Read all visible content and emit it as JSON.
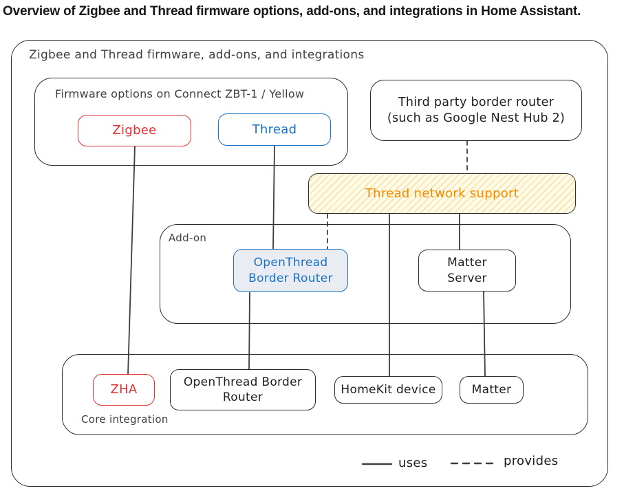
{
  "title": "Overview of Zigbee and Thread firmware options, add-ons, and integrations in Home Assistant.",
  "diagram": {
    "label": "Zigbee and Thread firmware, add-ons, and integrations",
    "firmware_group": {
      "label": "Firmware options on Connect ZBT-1 / Yellow",
      "zigbee": "Zigbee",
      "thread": "Thread"
    },
    "third_party": {
      "line1": "Third party border router",
      "line2": "(such as Google Nest Hub 2)"
    },
    "thread_network_support": "Thread network support",
    "addon_group": {
      "label": "Add-on",
      "otbr": {
        "line1": "OpenThread",
        "line2": "Border Router"
      },
      "matter_server": {
        "line1": "Matter",
        "line2": "Server"
      }
    },
    "core_group": {
      "label": "Core integration",
      "zha": "ZHA",
      "otbr": {
        "line1": "OpenThread Border",
        "line2": "Router"
      },
      "homekit": "HomeKit device",
      "matter": "Matter"
    },
    "legend": {
      "uses": "uses",
      "provides": "provides"
    },
    "edges": [
      {
        "from": "ZHA (core integration)",
        "to": "Zigbee firmware",
        "type": "uses"
      },
      {
        "from": "OpenThread Border Router (add-on)",
        "to": "Thread firmware",
        "type": "uses"
      },
      {
        "from": "Third party border router",
        "to": "Thread network support",
        "type": "provides"
      },
      {
        "from": "OpenThread Border Router (add-on)",
        "to": "Thread network support",
        "type": "provides"
      },
      {
        "from": "Matter Server (add-on)",
        "to": "Thread network support",
        "type": "uses"
      },
      {
        "from": "OpenThread Border Router (core integration)",
        "to": "OpenThread Border Router (add-on)",
        "type": "uses"
      },
      {
        "from": "HomeKit device (core integration)",
        "to": "Thread network support",
        "type": "uses"
      },
      {
        "from": "Matter (core integration)",
        "to": "Matter Server (add-on)",
        "type": "uses"
      }
    ],
    "colors": {
      "red": "#e03131",
      "blue": "#1971c2",
      "orange": "#f08c00",
      "ink": "#2b2b2b",
      "connector": "#3d3d3d",
      "yellow_fill": "#fffbe8",
      "addon_node_fill": "#e9edf3"
    }
  }
}
